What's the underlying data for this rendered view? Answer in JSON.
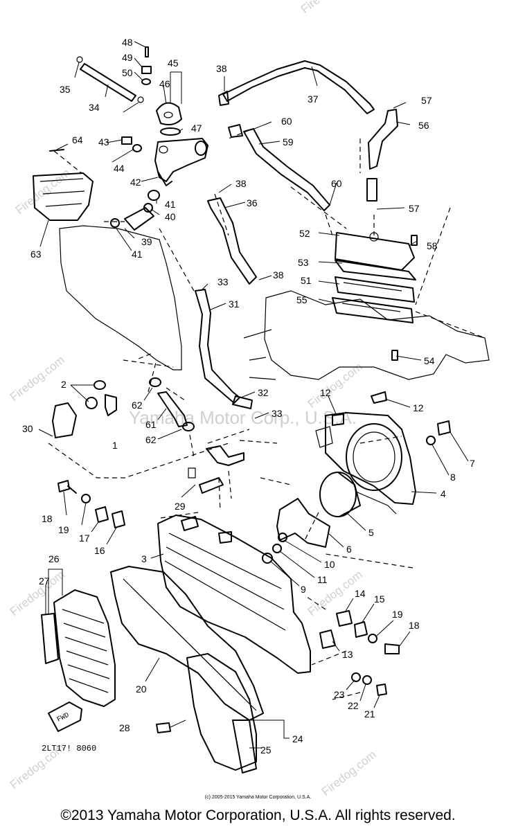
{
  "watermark_text": "Firedog.com",
  "watermark_center": "Yamaha Motor Corp., U.S.A.",
  "diagram_code": "2LT17! 8060",
  "fwd_label": "FWD",
  "footer_small": "(c) 2005-2015 Yamaha Motor Corporation, U.S.A.",
  "footer_main": "©2013 Yamaha Motor Corporation, U.S.A. All rights reserved.",
  "callouts": [
    "48",
    "49",
    "50",
    "45",
    "46",
    "47",
    "35",
    "34",
    "38",
    "37",
    "57",
    "56",
    "64",
    "43",
    "44",
    "42",
    "41",
    "40",
    "39",
    "63",
    "60",
    "59",
    "36",
    "60",
    "57",
    "52",
    "58",
    "53",
    "51",
    "55",
    "54",
    "33",
    "31",
    "38",
    "32",
    "33",
    "2",
    "30",
    "62",
    "61",
    "62",
    "12",
    "12",
    "7",
    "8",
    "4",
    "29",
    "18",
    "19",
    "17",
    "16",
    "6",
    "5",
    "10",
    "11",
    "9",
    "3",
    "26",
    "27",
    "14",
    "15",
    "19",
    "18",
    "13",
    "20",
    "23",
    "22",
    "21",
    "28",
    "24",
    "25"
  ]
}
